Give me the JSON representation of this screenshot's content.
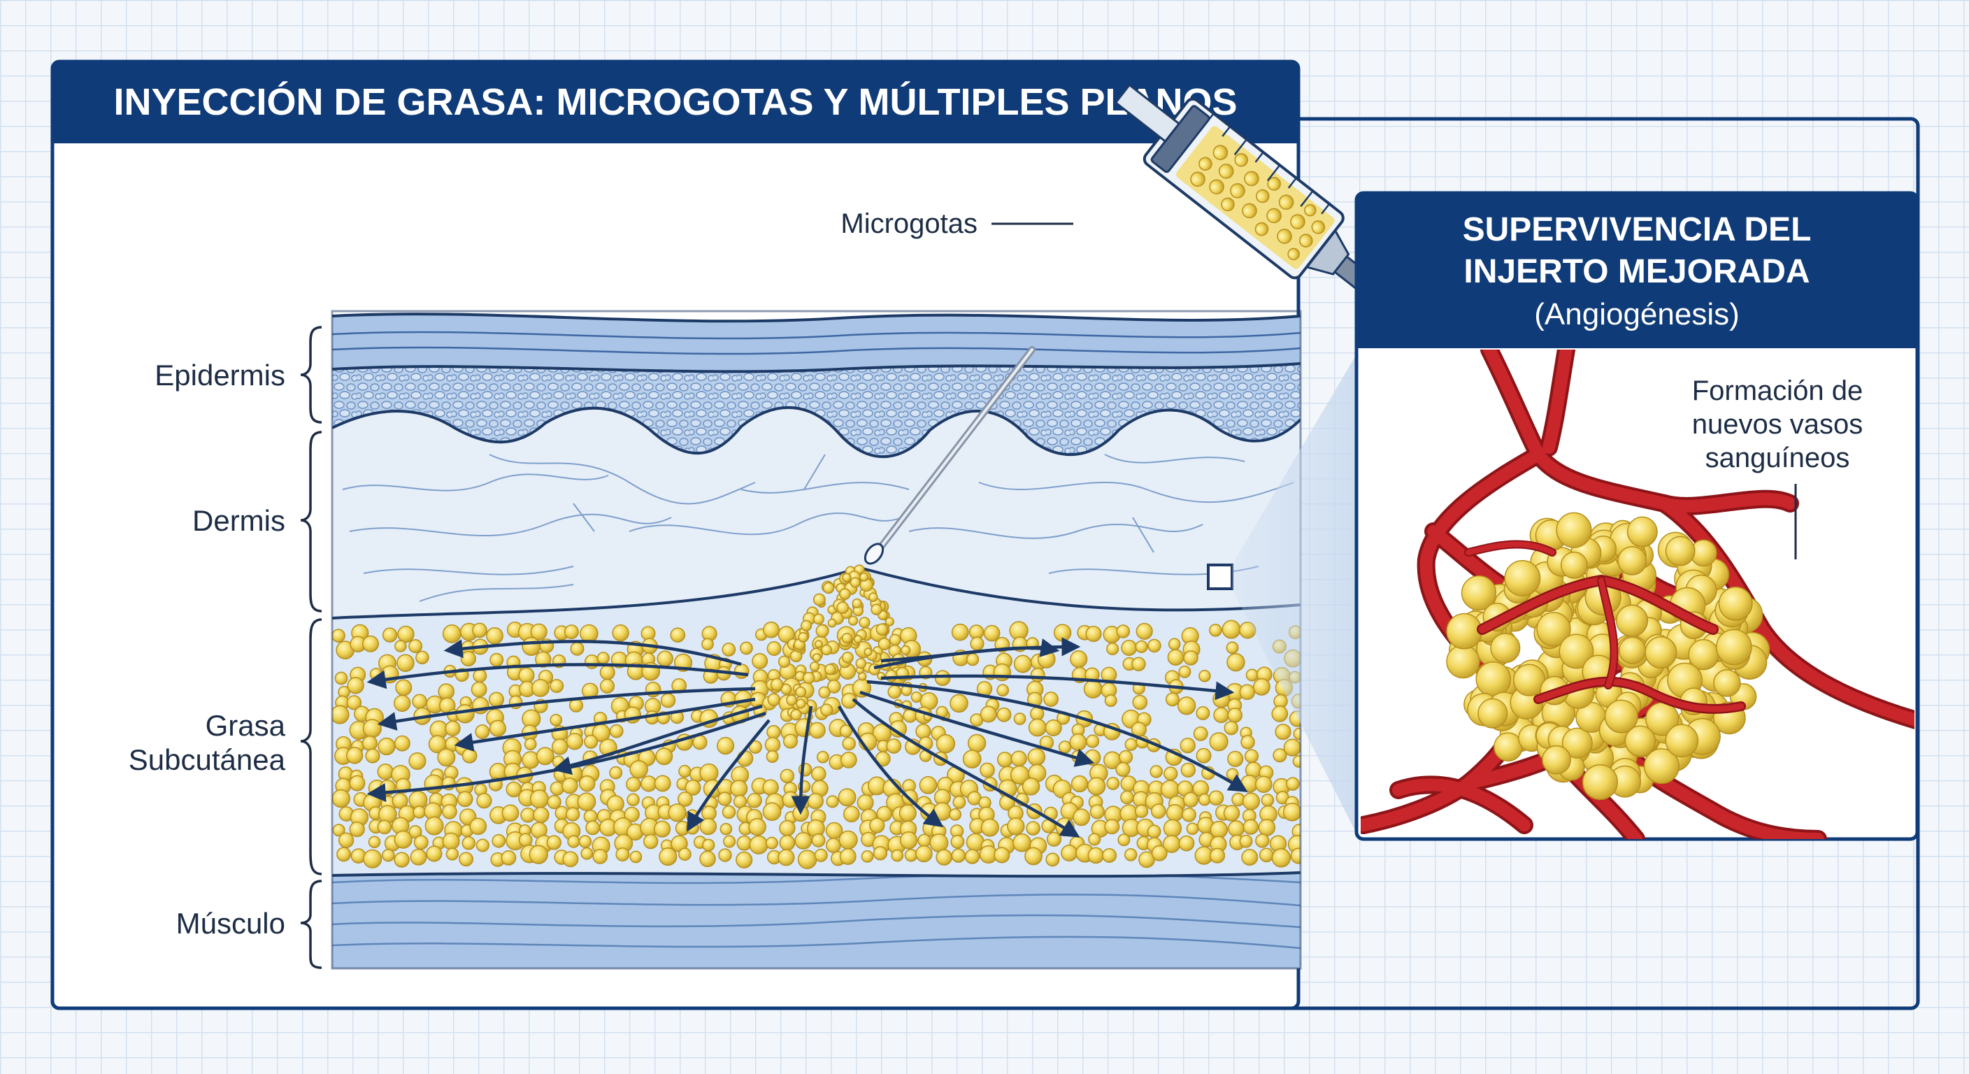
{
  "main_panel": {
    "title": "INYECCIÓN DE GRASA: MICROGOTAS Y MÚLTIPLES PLANOS"
  },
  "layers": {
    "epidermis": "Epidermis",
    "dermis": "Dermis",
    "fat_line1": "Grasa",
    "fat_line2": "Subcutánea",
    "muscle": "Músculo"
  },
  "syringe": {
    "label": "Microgotas"
  },
  "side_panel": {
    "title_line1": "SUPERVIVENCIA DEL",
    "title_line2": "INJERTO MEJORADA",
    "subtitle": "(Angiogénesis)",
    "annotation_line1": "Formación de",
    "annotation_line2": "nuevos vasos",
    "annotation_line3": "sanguíneos"
  },
  "colors": {
    "navy": "#0f3b78",
    "epidermis": "#b3cbe8",
    "dermis": "#e6eef8",
    "fat_bg": "#dde9f6",
    "fat_cell": "#f1d65c",
    "muscle": "#a9c4e6",
    "vessel": "#c8262a"
  }
}
